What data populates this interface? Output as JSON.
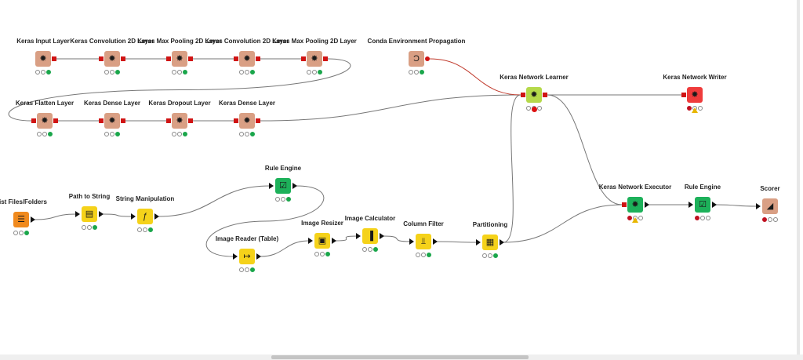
{
  "workflow": {
    "nodes": [
      {
        "id": "n1",
        "label": "Keras Input Layer",
        "kind": "keras",
        "icon": "keras-network-icon",
        "status": [
          "off",
          "off",
          "green"
        ]
      },
      {
        "id": "n2",
        "label": "Keras Convolution 2D Layer",
        "kind": "keras",
        "icon": "keras-network-icon",
        "status": [
          "off",
          "off",
          "green"
        ]
      },
      {
        "id": "n3",
        "label": "Keras Max Pooling 2D Layer",
        "kind": "keras",
        "icon": "keras-network-icon",
        "status": [
          "off",
          "off",
          "green"
        ]
      },
      {
        "id": "n4",
        "label": "Keras Convolution 2D Layer",
        "kind": "keras",
        "icon": "keras-network-icon",
        "status": [
          "off",
          "off",
          "green"
        ]
      },
      {
        "id": "n5",
        "label": "Keras Max Pooling 2D Layer",
        "kind": "keras",
        "icon": "keras-network-icon",
        "status": [
          "off",
          "off",
          "green"
        ]
      },
      {
        "id": "n6",
        "label": "Conda Environment Propagation",
        "kind": "conda",
        "icon": "conda-icon",
        "status": [
          "off",
          "off",
          "green"
        ]
      },
      {
        "id": "n7",
        "label": "Keras Network Learner",
        "kind": "learner",
        "icon": "keras-network-icon",
        "status": [
          "off",
          "error",
          "off"
        ]
      },
      {
        "id": "n8",
        "label": "Keras Network Writer",
        "kind": "writer",
        "icon": "keras-network-icon",
        "status": [
          "red",
          "warning",
          "off"
        ]
      },
      {
        "id": "n9",
        "label": "Keras Flatten Layer",
        "kind": "keras",
        "icon": "keras-network-icon",
        "status": [
          "off",
          "off",
          "green"
        ]
      },
      {
        "id": "n10",
        "label": "Keras Dense Layer",
        "kind": "keras",
        "icon": "keras-network-icon",
        "status": [
          "off",
          "off",
          "green"
        ]
      },
      {
        "id": "n11",
        "label": "Keras Dropout Layer",
        "kind": "keras",
        "icon": "keras-network-icon",
        "status": [
          "off",
          "off",
          "green"
        ]
      },
      {
        "id": "n12",
        "label": "Keras Dense Layer",
        "kind": "keras",
        "icon": "keras-network-icon",
        "status": [
          "off",
          "off",
          "green"
        ]
      },
      {
        "id": "n13",
        "label": "Rule Engine",
        "kind": "ruleeng",
        "icon": "rule-document-icon",
        "status": [
          "off",
          "off",
          "green"
        ]
      },
      {
        "id": "n14",
        "label": "List Files/Folders",
        "kind": "listfiles",
        "icon": "folder-list-icon",
        "status": [
          "off",
          "off",
          "green"
        ]
      },
      {
        "id": "n15",
        "label": "Path to String",
        "kind": "yellow",
        "icon": "path-string-icon",
        "status": [
          "off",
          "off",
          "green"
        ]
      },
      {
        "id": "n16",
        "label": "String Manipulation",
        "kind": "yellow",
        "icon": "string-manipulation-icon",
        "status": [
          "off",
          "off",
          "green"
        ]
      },
      {
        "id": "n17",
        "label": "Image Reader (Table)",
        "kind": "yellow",
        "icon": "image-reader-icon",
        "status": [
          "off",
          "off",
          "green"
        ]
      },
      {
        "id": "n18",
        "label": "Image Resizer",
        "kind": "yellow",
        "icon": "image-resize-icon",
        "status": [
          "off",
          "off",
          "green"
        ]
      },
      {
        "id": "n19",
        "label": "Image Calculator",
        "kind": "yellow",
        "icon": "image-calculator-icon",
        "status": [
          "off",
          "off",
          "green"
        ]
      },
      {
        "id": "n20",
        "label": "Column Filter",
        "kind": "yellow",
        "icon": "column-filter-icon",
        "status": [
          "off",
          "off",
          "green"
        ]
      },
      {
        "id": "n21",
        "label": "Partitioning",
        "kind": "yellow",
        "icon": "partitioning-icon",
        "status": [
          "off",
          "off",
          "green"
        ]
      },
      {
        "id": "n22",
        "label": "Keras Network Executor",
        "kind": "executor",
        "icon": "keras-network-icon",
        "status": [
          "red",
          "warning",
          "off"
        ]
      },
      {
        "id": "n23",
        "label": "Rule Engine",
        "kind": "ruleeng",
        "icon": "rule-document-icon",
        "status": [
          "red",
          "off",
          "off"
        ]
      },
      {
        "id": "n24",
        "label": "Scorer",
        "kind": "scorer",
        "icon": "scorer-icon",
        "status": [
          "red",
          "off",
          "off"
        ]
      }
    ]
  }
}
